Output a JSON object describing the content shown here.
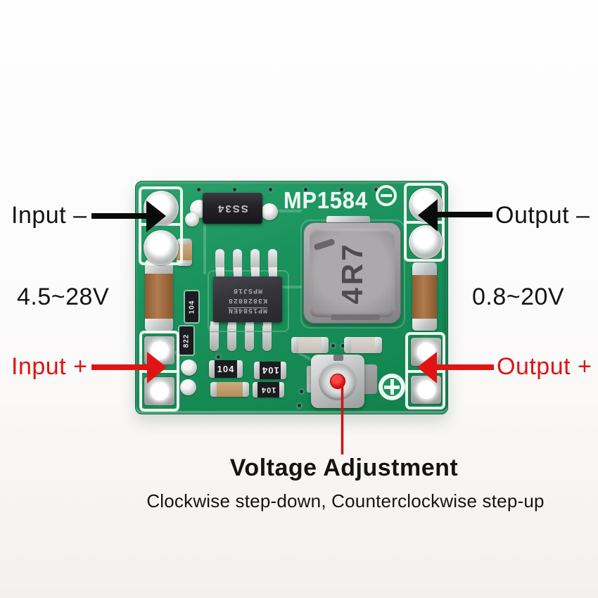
{
  "colors": {
    "red": "#e01414",
    "black": "#141414",
    "board_green": "#1b935e",
    "silk": "#eef8f1",
    "silver": "#c6c9c8",
    "ic_body": "#35353a",
    "inductor_gray": "#a09da0",
    "cap_brown": "#a6703f"
  },
  "labels": {
    "input_neg": "Input –",
    "input_range": "4.5~28V",
    "input_pos": "Input +",
    "output_neg": "Output –",
    "output_range": "0.8~20V",
    "output_pos": "Output +"
  },
  "annotation": {
    "title": "Voltage Adjustment",
    "subtitle": "Clockwise step-down, Counterclockwise step-up"
  },
  "board": {
    "silkscreen": "MP1584",
    "inductor_marking": "4R7",
    "diode_marking": "SS34",
    "ic_marking_lines": [
      "MP1584EN",
      "K3828828",
      "MPSJ18"
    ],
    "resistor_markings": {
      "vert_104": "104",
      "vert_822": "822",
      "bottom_1": "104",
      "bottom_2": "104",
      "bottom_3": "104"
    }
  }
}
